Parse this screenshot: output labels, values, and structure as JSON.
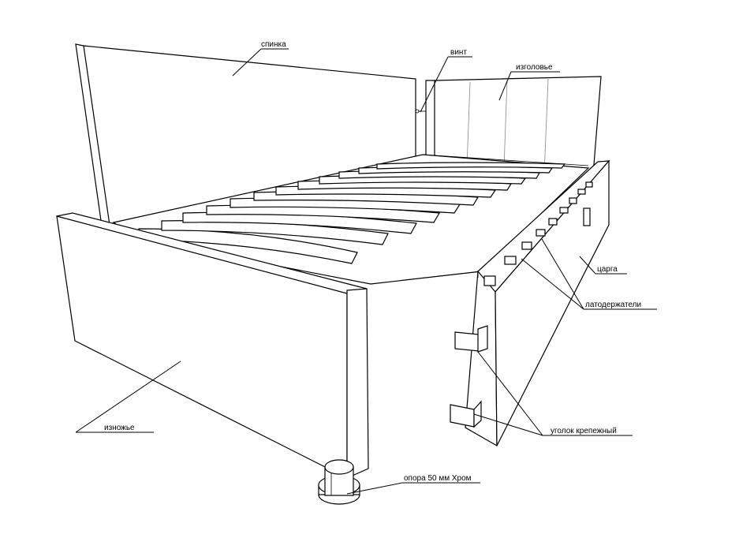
{
  "labels": {
    "spinka": "спинка",
    "vint": "винт",
    "izgolovie": "изголовье",
    "tsarga": "царга",
    "latoderzhateli": "латодержатели",
    "izgnozhie": "изножье",
    "ugolok": "уголок крепежный",
    "opora": "опора 50 мм Хром"
  }
}
